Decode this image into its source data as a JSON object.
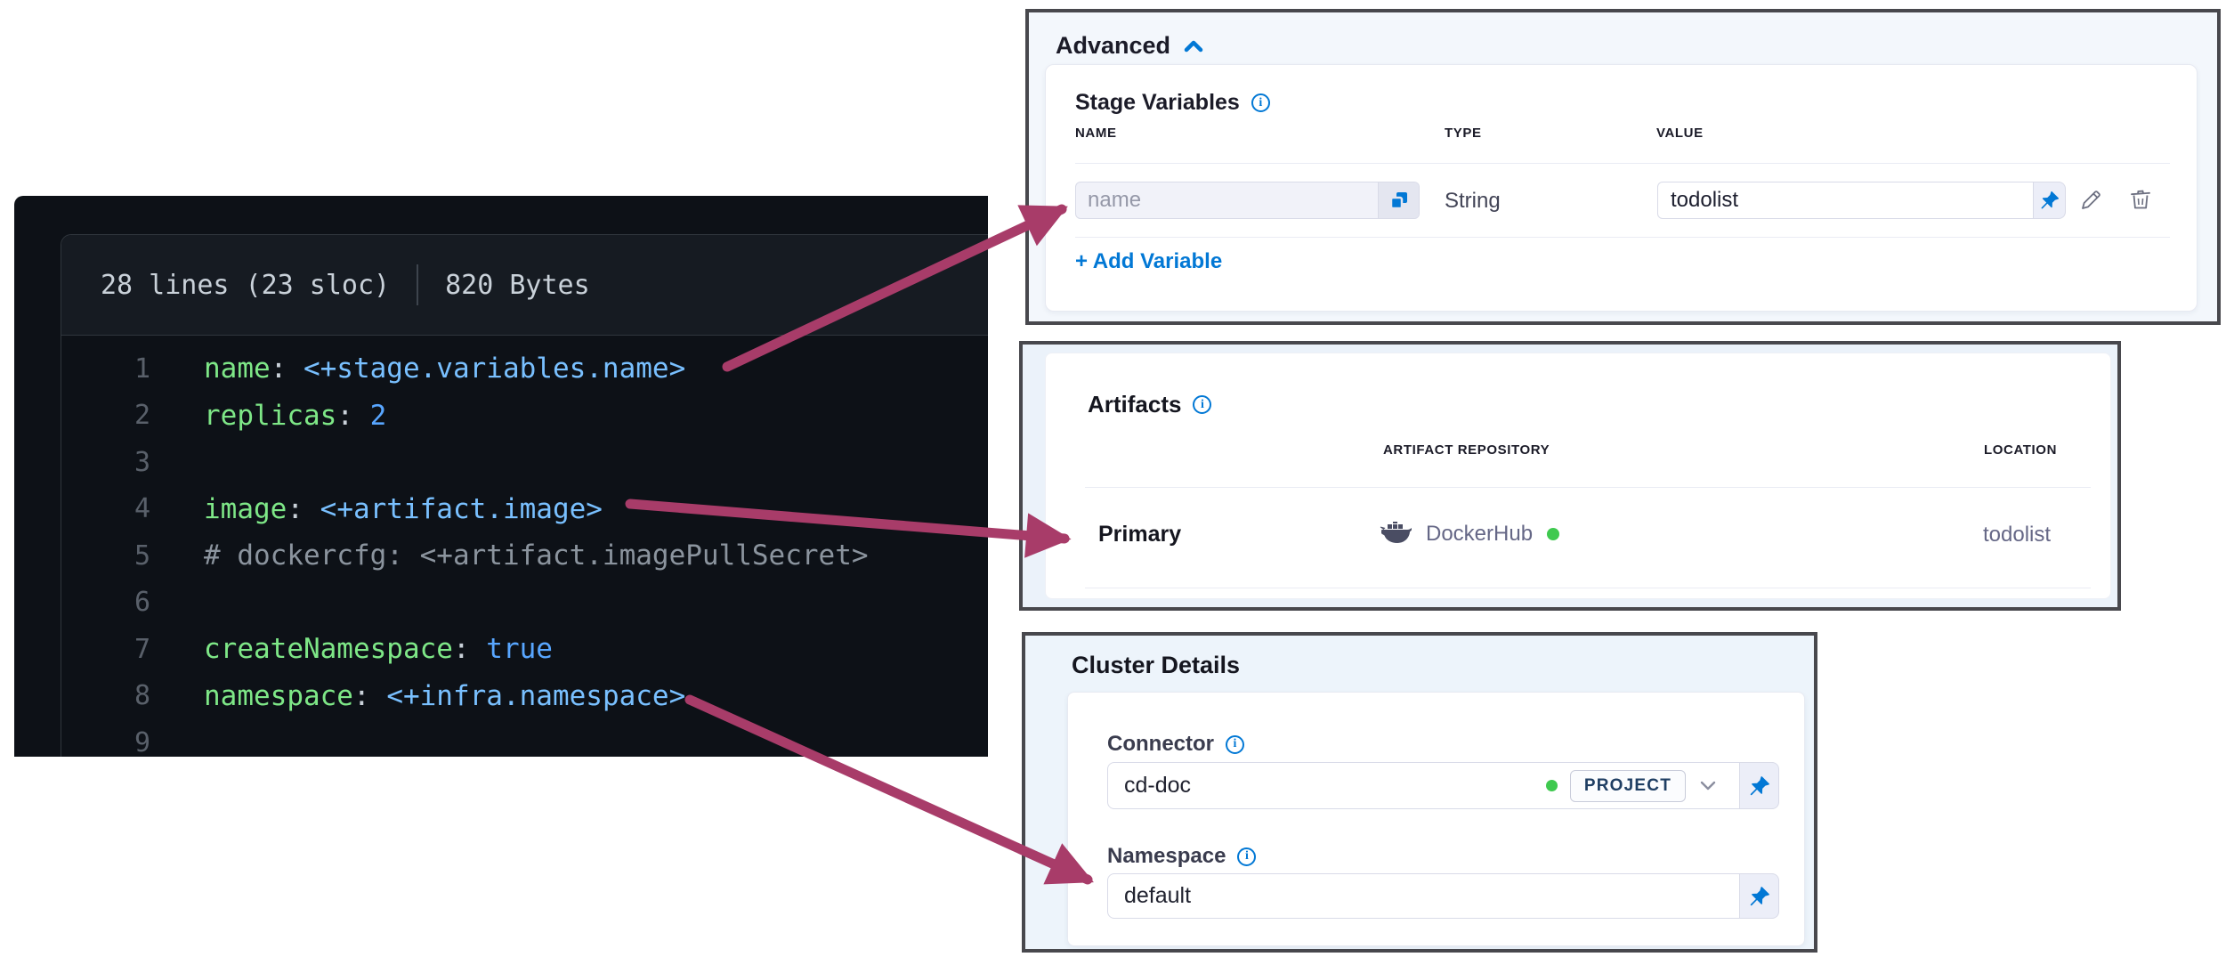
{
  "theme": {
    "accent": "#0278d5",
    "arrow": "#a83c69",
    "green_dot": "#3fc94f",
    "panel_border": "#48484d",
    "code_key": "#7ee787",
    "code_expr": "#79c0ff",
    "code_scalar": "#58a6ff",
    "code_comment": "#8b949e"
  },
  "code_viewer": {
    "meta_lines": "28 lines (23 sloc)",
    "meta_size": "820 Bytes",
    "lines": [
      {
        "num": "1",
        "parts": [
          [
            "key",
            "name"
          ],
          [
            "punct",
            ": "
          ],
          [
            "expr",
            "<+stage.variables.name>"
          ]
        ]
      },
      {
        "num": "2",
        "parts": [
          [
            "key",
            "replicas"
          ],
          [
            "punct",
            ": "
          ],
          [
            "scalar",
            "2"
          ]
        ]
      },
      {
        "num": "3",
        "parts": []
      },
      {
        "num": "4",
        "parts": [
          [
            "key",
            "image"
          ],
          [
            "punct",
            ": "
          ],
          [
            "expr",
            "<+artifact.image>"
          ]
        ]
      },
      {
        "num": "5",
        "parts": [
          [
            "comment",
            "# dockercfg: <+artifact.imagePullSecret>"
          ]
        ]
      },
      {
        "num": "6",
        "parts": []
      },
      {
        "num": "7",
        "parts": [
          [
            "key",
            "createNamespace"
          ],
          [
            "punct",
            ": "
          ],
          [
            "scalar",
            "true"
          ]
        ]
      },
      {
        "num": "8",
        "parts": [
          [
            "key",
            "namespace"
          ],
          [
            "punct",
            ": "
          ],
          [
            "expr",
            "<+infra.namespace>"
          ]
        ]
      },
      {
        "num": "9",
        "parts": []
      }
    ]
  },
  "advanced": {
    "title": "Advanced",
    "section_label": "Stage Variables",
    "columns": {
      "name": "NAME",
      "type": "TYPE",
      "value": "VALUE"
    },
    "row": {
      "name_placeholder": "name",
      "type": "String",
      "value": "todolist"
    },
    "add_label": "+ Add Variable"
  },
  "artifacts": {
    "title": "Artifacts",
    "columns": {
      "repo": "ARTIFACT REPOSITORY",
      "location": "LOCATION"
    },
    "row": {
      "label": "Primary",
      "repository": "DockerHub",
      "location": "todolist"
    }
  },
  "cluster": {
    "title": "Cluster Details",
    "connector_label": "Connector",
    "connector_value": "cd-doc",
    "connector_scope": "PROJECT",
    "namespace_label": "Namespace",
    "namespace_value": "default"
  }
}
